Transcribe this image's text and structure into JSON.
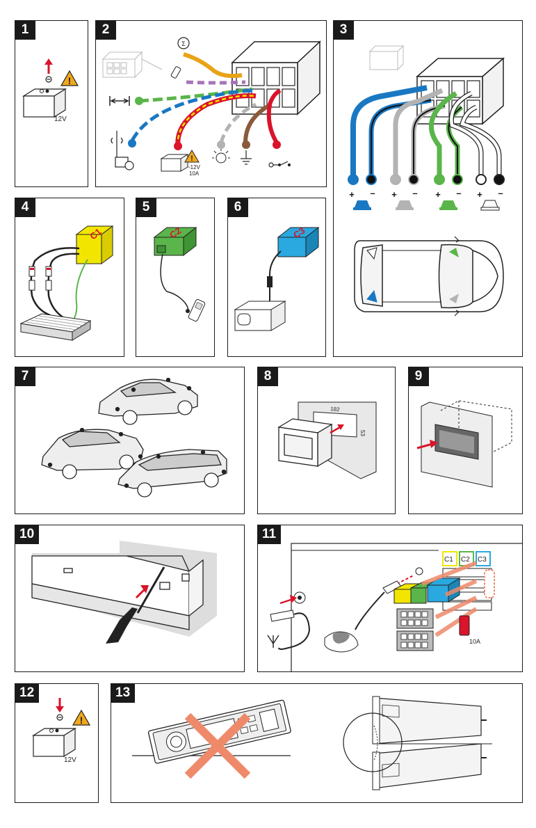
{
  "colors": {
    "red": "#d9142b",
    "orange": "#e8a317",
    "purple": "#a773b8",
    "green": "#5ab54a",
    "blue": "#1a78c2",
    "grey": "#b3b3b3",
    "brown": "#8b5a3c",
    "warn": "#f0a81c",
    "yellow": "#f2e600",
    "cyan": "#2aa8e0",
    "cross": "#ee8a6a"
  },
  "icons": {
    "warning": "warning-triangle-icon",
    "battery": "battery-icon",
    "phone": "mobile-phone-icon",
    "antenna": "antenna-icon",
    "light": "light-bulb-icon",
    "ground": "ground-icon",
    "key": "ignition-key-icon",
    "speaker": "speaker-icon"
  },
  "panels": [
    {
      "number": "1"
    },
    {
      "number": "2"
    },
    {
      "number": "3"
    },
    {
      "number": "4"
    },
    {
      "number": "5"
    },
    {
      "number": "6"
    },
    {
      "number": "7"
    },
    {
      "number": "8"
    },
    {
      "number": "9"
    },
    {
      "number": "10"
    },
    {
      "number": "11"
    },
    {
      "number": "12"
    },
    {
      "number": "13"
    }
  ],
  "labels": {
    "p1_voltage": "12V",
    "p2_voltage": "~12V",
    "p2_fuse": "10A",
    "p3_signs": [
      "+",
      "–",
      "+",
      "–",
      "+",
      "–",
      "+",
      "–"
    ],
    "p4_connector": "C1",
    "p5_connector": "C2",
    "p6_connector": "C3",
    "p8_width": "182",
    "p8_height": "53",
    "p11_c1": "C1",
    "p11_c2": "C2",
    "p11_c3": "C3",
    "p11_fuse": "10A",
    "p12_voltage": "12V"
  }
}
